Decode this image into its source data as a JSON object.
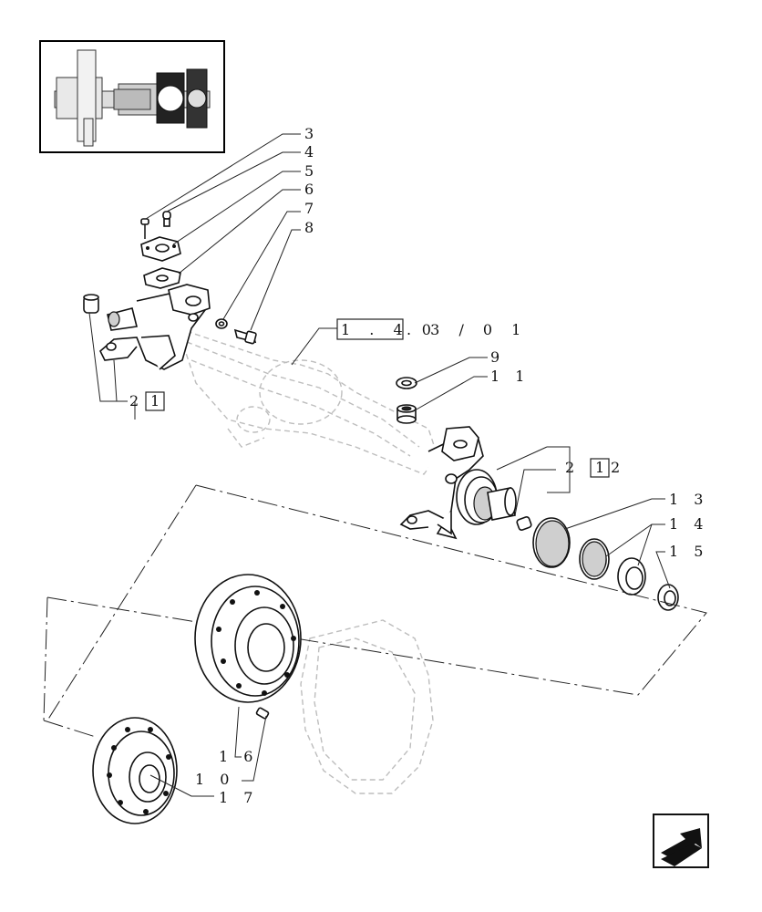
{
  "callouts": {
    "c3": "3",
    "c4": "4",
    "c5": "5",
    "c6": "6",
    "c7": "7",
    "c8": "8",
    "c9": "9",
    "c11": "1 1",
    "c13": "1 3",
    "c14": "1 4",
    "c15": "1 5",
    "c16": "1 6",
    "c10": "1 0",
    "c17": "1 7",
    "c2a": "2",
    "c2b": "2"
  },
  "boxed_refs": {
    "ref_a": "1",
    "ref_b": "1",
    "ref_b_suffix": "2",
    "section_ref_boxed": "1 . 4 0",
    "section_ref_rest": ". 3 / 0 1"
  },
  "icons": {
    "nav": "next-page-arrow-icon",
    "thumbnail": "axle-overview-thumbnail"
  }
}
